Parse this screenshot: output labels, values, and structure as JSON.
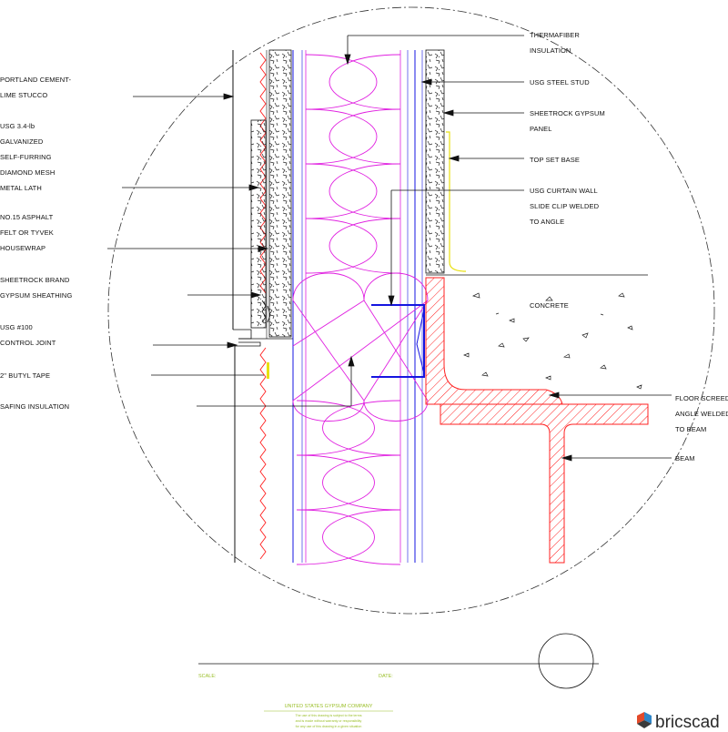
{
  "labels_left": [
    {
      "id": "stucco",
      "lines": [
        "PORTLAND CEMENT-",
        "LIME STUCCO"
      ]
    },
    {
      "id": "lath",
      "lines": [
        "USG 3.4-lb",
        "GALVANIZED",
        "SELF-FURRING",
        "DIAMOND MESH",
        "METAL LATH"
      ]
    },
    {
      "id": "felt",
      "lines": [
        "NO.15 ASPHALT",
        "FELT OR TYVEK",
        "HOUSEWRAP"
      ]
    },
    {
      "id": "sheathing",
      "lines": [
        "SHEETROCK BRAND",
        "GYPSUM SHEATHING"
      ]
    },
    {
      "id": "joint",
      "lines": [
        "USG #100",
        "CONTROL JOINT"
      ]
    },
    {
      "id": "tape",
      "lines": [
        "2\" BUTYL TAPE"
      ]
    },
    {
      "id": "safing",
      "lines": [
        "SAFING INSULATION"
      ]
    }
  ],
  "labels_right": [
    {
      "id": "thermafiber",
      "lines": [
        "THERMAFIBER",
        "INSULATION"
      ]
    },
    {
      "id": "stud",
      "lines": [
        "USG STEEL STUD"
      ]
    },
    {
      "id": "panel",
      "lines": [
        "SHEETROCK GYPSUM",
        "PANEL"
      ]
    },
    {
      "id": "base",
      "lines": [
        "TOP SET BASE"
      ]
    },
    {
      "id": "clip",
      "lines": [
        "USG CURTAIN WALL",
        "SLIDE CLIP WELDED",
        "TO ANGLE"
      ]
    },
    {
      "id": "concrete",
      "lines": [
        "CONCRETE"
      ]
    },
    {
      "id": "angle",
      "lines": [
        "FLOOR SCREED",
        "ANGLE WELDED",
        "TO BEAM"
      ]
    },
    {
      "id": "beam",
      "lines": [
        "BEAM"
      ]
    }
  ],
  "title_block": {
    "scale_label": "SCALE:",
    "date_label": "DATE:",
    "company": "UNITED STATES GYPSUM COMPANY",
    "disclaimer_1": "The use of this drawing is subject to the terms",
    "disclaimer_2": "and is made without warranty or responsibility",
    "disclaimer_3": "for any use of this drawing in a given situation"
  },
  "logo": {
    "text": "bricscad"
  },
  "colors": {
    "insulation": "#e020e0",
    "stud": "#1515e0",
    "steel_hatch": "#ff2020",
    "leader": "#111111",
    "base": "#e8e010",
    "title_text": "#9bbf2a"
  }
}
